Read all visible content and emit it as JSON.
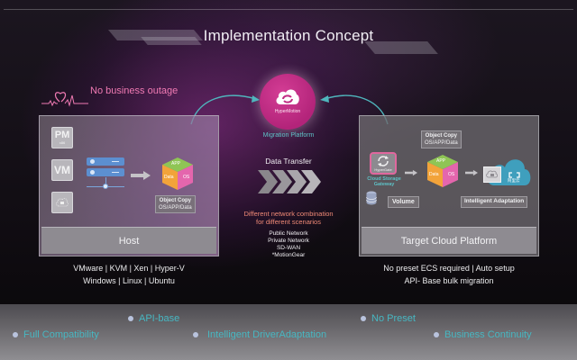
{
  "title": "Implementation Concept",
  "status_note": "No business outage",
  "hub": {
    "product_label": "HyperMotion",
    "caption": "Migration Platform",
    "icon": "cloud-sync-icon"
  },
  "host_panel": {
    "footer_label": "Host",
    "sources": [
      {
        "label": "PM",
        "sub": "x86",
        "icon": "physical-machine-icon"
      },
      {
        "label": "VM",
        "sub": "",
        "icon": "virtual-machine-icon"
      },
      {
        "label": "",
        "sub": "",
        "icon": "cloud-source-icon"
      }
    ],
    "cube_faces": {
      "top": "APP",
      "left": "Data",
      "right": "OS"
    },
    "object_copy": {
      "line1": "Object Copy",
      "line2": "OS/APP/Data"
    },
    "platforms_line1": "VMware | KVM | Xen | Hyper-V",
    "platforms_line2": "Windows | Linux | Ubuntu"
  },
  "transfer": {
    "label": "Data Transfer",
    "network_heading_line1": "Different network combination",
    "network_heading_line2": "for different scenarios",
    "networks": [
      "Public Network",
      "Private Network",
      "SD-WAN",
      "*MotionGear"
    ]
  },
  "target_panel": {
    "footer_label": "Target Cloud Platform",
    "gateway_label": "HyperGate",
    "gateway_caption_line1": "Cloud Storage",
    "gateway_caption_line2": "Gateway",
    "volume_label": "Volume",
    "object_copy": {
      "line1": "Object Copy",
      "line2": "OS/APP/Data"
    },
    "cube_faces": {
      "top": "APP",
      "left": "Data",
      "right": "OS"
    },
    "adaptation_label": "Intelligent Adaptation",
    "cloud_label": "阿里云",
    "notes_line1": "No preset ECS required | Auto setup",
    "notes_line2": "API- Base bulk migration"
  },
  "features": [
    {
      "label": "Full Compatibility"
    },
    {
      "label": "API-base"
    },
    {
      "label": "Intelligent DriverAdaptation"
    },
    {
      "label": "No Preset"
    },
    {
      "label": "Business Continuity"
    }
  ],
  "colors": {
    "accent_pink": "#d43d95",
    "accent_teal": "#47b7c2",
    "network_orange": "#f08a76"
  }
}
